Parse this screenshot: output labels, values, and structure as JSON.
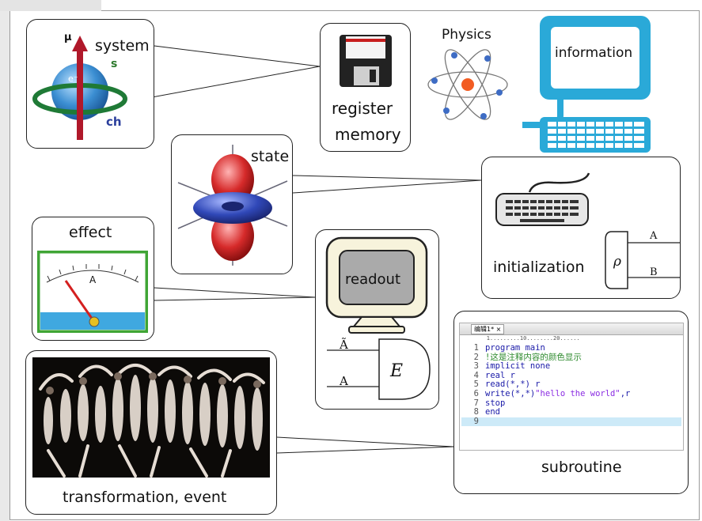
{
  "labels": {
    "system": "system",
    "system_mu": "μ",
    "system_s": "s",
    "system_e": "e⁻",
    "system_ch": "ch",
    "register_memory_1": "register",
    "register_memory_2": "memory",
    "physics": "Physics",
    "information": "information",
    "state": "state",
    "initialization": "initialization",
    "rho": "ρ",
    "gate_a": "A",
    "gate_b": "B",
    "effect": "effect",
    "meter_unit": "A",
    "readout": "readout",
    "e_gate_symbol": "E",
    "e_gate_input_top": "Ã",
    "e_gate_input_bottom": "A",
    "subroutine": "subroutine",
    "transformation_event": "transformation, event"
  },
  "code_editor": {
    "tab_label": "编辑1* ×",
    "lines": [
      {
        "num": "1",
        "text": "program main",
        "kind": "kw"
      },
      {
        "num": "2",
        "text": "!这是注释内容的颜色显示",
        "kind": "cm"
      },
      {
        "num": "3",
        "text": "implicit none",
        "kind": "kw"
      },
      {
        "num": "4",
        "text": "real r",
        "kind": "kw"
      },
      {
        "num": "5",
        "text": "read(*,*) r",
        "kind": "kw"
      },
      {
        "num": "6",
        "text": "write(*,*)",
        "kind": "kw",
        "string": "\"hello the world\"",
        "tail": ",r"
      },
      {
        "num": "7",
        "text": "stop",
        "kind": "kw"
      },
      {
        "num": "8",
        "text": "end",
        "kind": "kw"
      },
      {
        "num": "9",
        "text": "",
        "kind": "hl"
      }
    ]
  },
  "colors": {
    "monitor_blue": "#2aa9d8",
    "sphere_blue": "#3b8ed2",
    "arrow_red": "#b0182a",
    "orbit_green": "#1f7a36",
    "meter_green": "#3fa535",
    "meter_water": "#3fa8e0",
    "code_highlight": "#cdeaf8"
  }
}
